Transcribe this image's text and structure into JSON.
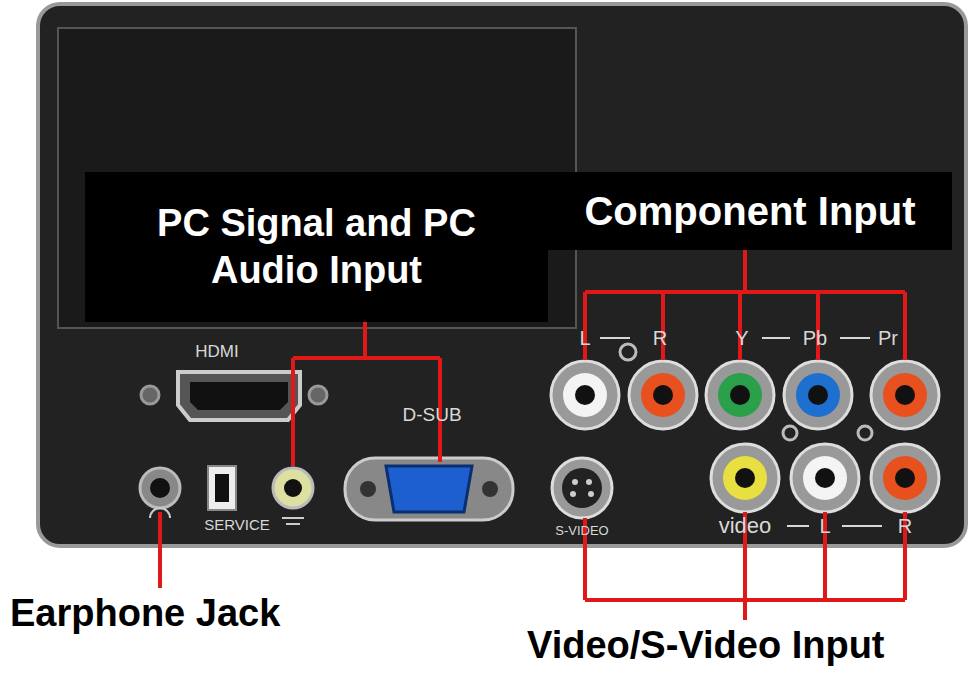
{
  "diagram": {
    "nodes": [
      {
        "text": [
          "PC Signal and PC Audio Input"
        ]
      },
      {
        "text": [
          "Component Input"
        ]
      }
    ],
    "labels": [
      "HDMI",
      "D-SUB",
      "SERVICE",
      "S-VIDEO",
      "L",
      "R",
      "Y",
      "Pb",
      "Pr",
      "video",
      "L",
      "R",
      "Earphone Jack",
      "Video/S-Video Input"
    ]
  }
}
